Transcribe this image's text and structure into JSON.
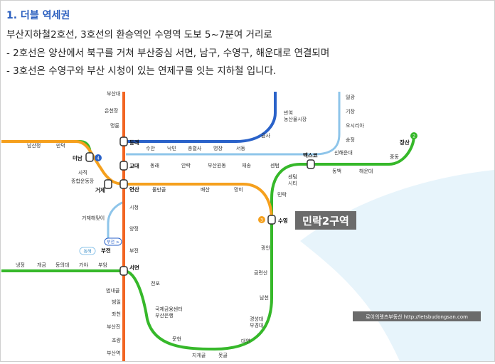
{
  "heading": "1. 더블 역세권",
  "body_lines": [
    "부산지하철2호선, 3호선의 환승역인 수영역 도보 5~7분여 거리로",
    "- 2호선은 양산에서 북구를 거쳐 부산중심 서면, 남구, 수영구, 해운대로 연결되며",
    "- 3호선은 수영구와 부산 시청이 있는 연제구를 잇는 지하철 입니다."
  ],
  "map": {
    "colors": {
      "line1": "#f26522",
      "line2": "#36b82a",
      "line3": "#f5a01d",
      "line4": "#2a62c9",
      "donghae": "#8ec5ea",
      "highlight_bg": "#e7f4fb",
      "badge_bg": "#6b6b6b"
    },
    "highlight_label": "민락2구역",
    "watermark": "로이의렛츠부동산 http://letsbudongsan.com",
    "lines": {
      "line2_num": "2",
      "line3_num": "3",
      "line4_num": "4"
    },
    "stations": {
      "busandae": "부산대",
      "oncheonjang": "온천장",
      "myeongnyun": "명륜",
      "dongnae": "동래",
      "gyodae": "교대",
      "yeonsan": "연산",
      "sicheong": "시청",
      "yangjeong": "양정",
      "bujeon": "부전",
      "bujeon_tag": "부전 >",
      "bujeon_dh": "동해",
      "seomyeon": "서면",
      "beomnaegol": "범내골",
      "beomil": "범일",
      "jwacheon": "좌천",
      "busanjin": "부산진",
      "choryang": "초량",
      "busanyeok": "부산역",
      "suan": "수안",
      "nakmin": "낙민",
      "chungnyeolsa": "충렬사",
      "myeongjang": "명장",
      "seodong": "서동",
      "geumsa": "금사",
      "banyeo": "반여",
      "banyeo_market": "농산물시장",
      "ilgwang": "일광",
      "gijang": "기장",
      "osiria": "오시리아",
      "songjeong": "송정",
      "sinhaeundae": "신해운대",
      "jangsan": "장산",
      "jungdong": "중동",
      "dongbaek": "동백",
      "haeundae": "해운대",
      "beksko": "벡스코",
      "centum": "센텀",
      "centum_city": "센텀",
      "centum_city2": "시티",
      "minrak": "민락",
      "suyeong": "수영",
      "gwangan": "광안",
      "geumnyeonsan": "금련산",
      "namcheon": "남천",
      "kyungsung": "경성대",
      "kyungsung2": "부경대",
      "daeyeon": "대연",
      "motgol": "못골",
      "jigegol": "지게골",
      "munhyeon": "문현",
      "bifc": "국제금융센터",
      "bifc2": "부산은행",
      "jeonpo": "전포",
      "naengjeong": "냉정",
      "gaegeum": "개금",
      "dongeui": "동의대",
      "gaya": "가야",
      "buam": "부암",
      "sajik": "사직",
      "sports": "종합운동장",
      "geoje": "거제",
      "geoje_haeyang": "거제해맞이",
      "mulmangol": "물만골",
      "baesan": "배산",
      "mangmi": "망미",
      "donghae_dongnae": "동래",
      "anrak": "안락",
      "busanwondong": "부산원동",
      "jaesong": "재송",
      "namsanjeong": "남산정",
      "mandeok": "만덕",
      "minam": "미남"
    }
  }
}
